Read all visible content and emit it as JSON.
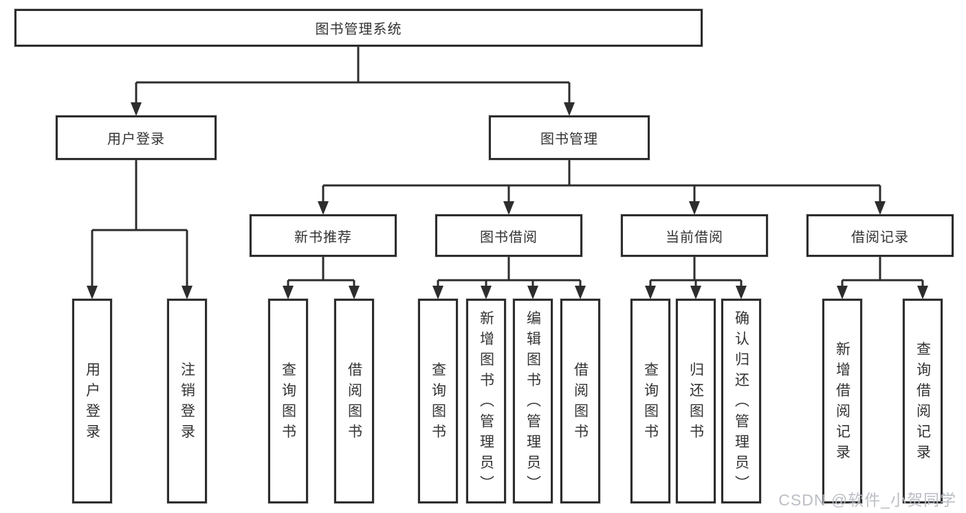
{
  "tree": {
    "label": "图书管理系统",
    "children": [
      {
        "label": "用户登录",
        "children": [
          {
            "label": "用户登录"
          },
          {
            "label": "注销登录"
          }
        ]
      },
      {
        "label": "图书管理",
        "children": [
          {
            "label": "新书推荐",
            "children": [
              {
                "label": "查询图书"
              },
              {
                "label": "借阅图书"
              }
            ]
          },
          {
            "label": "图书借阅",
            "children": [
              {
                "label": "查询图书"
              },
              {
                "label": "新增图书（管理员）"
              },
              {
                "label": "编辑图书（管理员）"
              },
              {
                "label": "借阅图书"
              }
            ]
          },
          {
            "label": "当前借阅",
            "children": [
              {
                "label": "查询图书"
              },
              {
                "label": "归还图书"
              },
              {
                "label": "确认归还（管理员）"
              }
            ]
          },
          {
            "label": "借阅记录",
            "children": [
              {
                "label": "新增借阅记录"
              },
              {
                "label": "查询借阅记录"
              }
            ]
          }
        ]
      }
    ]
  },
  "watermark": {
    "text": "CSDN @软件_小贺同学"
  },
  "colors": {
    "line": "#2d2d2d",
    "border": "#2d2d2d",
    "text": "#333333",
    "watermark": "#b7bac2",
    "background": "#ffffff"
  }
}
